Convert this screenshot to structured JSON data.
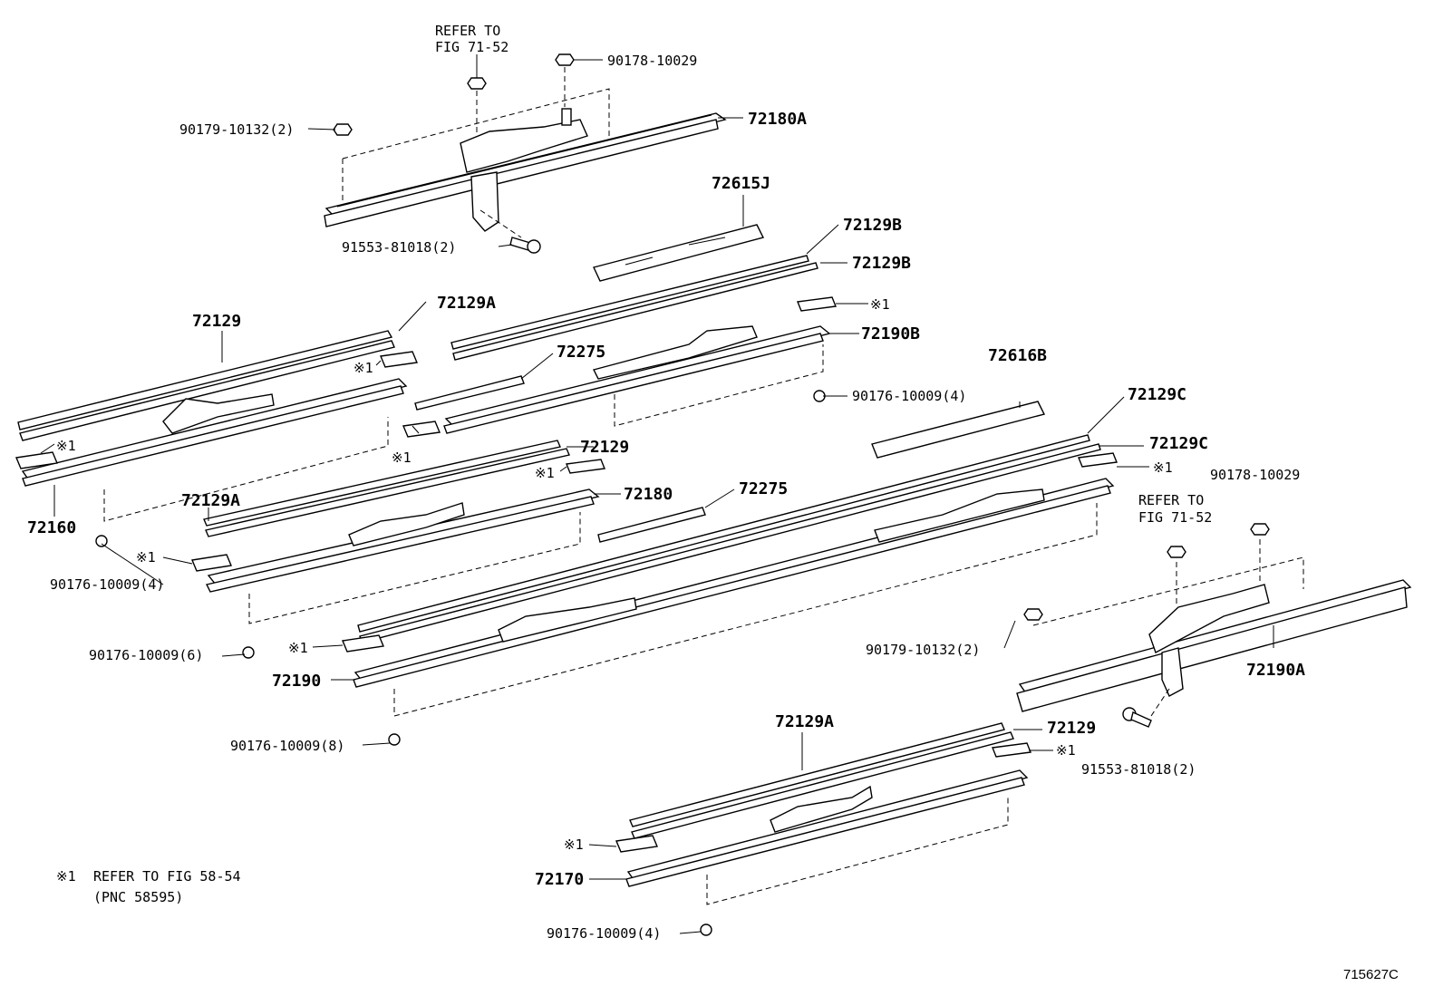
{
  "diagram": {
    "figure_id": "715627C",
    "note": {
      "symbol": "※1",
      "line1": "REFER TO FIG 58-54",
      "line2": "(PNC 58595)"
    },
    "refer_to_fig_line1": "REFER TO",
    "refer_to_fig_line2": "FIG 71-52",
    "labels": {
      "p90178_10029": "90178-10029",
      "p90179_10132_2": "90179-10132(2)",
      "p72180A": "72180A",
      "p72615J": "72615J",
      "p91553_81018_2": "91553-81018(2)",
      "p72129B": "72129B",
      "p72129A": "72129A",
      "p72129": "72129",
      "ref1": "※1",
      "p72190B": "72190B",
      "p72275": "72275",
      "p72616B": "72616B",
      "p90176_10009_4": "90176-10009(4)",
      "p72129C": "72129C",
      "p72180": "72180",
      "p72160": "72160",
      "p90176_10009_6": "90176-10009(6)",
      "p72190": "72190",
      "p90176_10009_8": "90176-10009(8)",
      "p72190A": "72190A",
      "p72170": "72170"
    }
  }
}
